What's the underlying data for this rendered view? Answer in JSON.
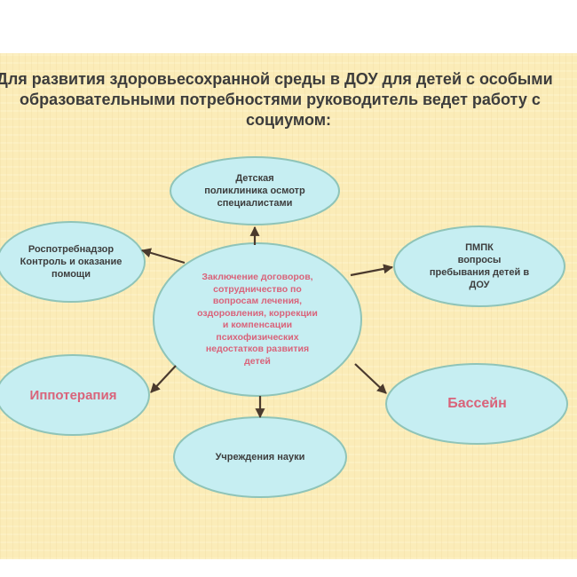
{
  "title": {
    "line1": "Для развития здоровьесохранной среды в ДОУ для детей  с особыми",
    "line2": "образовательными потребностями  руководитель  ведет работу с",
    "line3": "социумом:"
  },
  "colors": {
    "background": "#fbecb8",
    "ellipse_fill": "#c6eef2",
    "ellipse_stroke": "#8fc4b8",
    "arrow": "#4a3a2e",
    "title_text": "#3c3c3c",
    "pink_text": "#d9637a"
  },
  "center": {
    "lines": [
      "Заключение договоров,",
      "сотрудничество  по",
      "вопросам лечения,",
      "оздоровления, коррекции",
      "и компенсации",
      "психофизических",
      "недостатков развития",
      "детей"
    ]
  },
  "nodes": {
    "polyclinic": {
      "lines": [
        "Детская",
        "поликлиника осмотр",
        "специалистами"
      ]
    },
    "rospotrebnadzor": {
      "lines": [
        "Роспотребнадзор",
        "Контроль и оказание",
        "помощи"
      ]
    },
    "pmpk": {
      "lines": [
        "ПМПК",
        "вопросы",
        "пребывания детей в",
        "ДОУ"
      ]
    },
    "hippotherapy": {
      "label": "Иппотерапия"
    },
    "pool": {
      "label": "Бассейн"
    },
    "science": {
      "label": "Учреждения науки"
    }
  }
}
